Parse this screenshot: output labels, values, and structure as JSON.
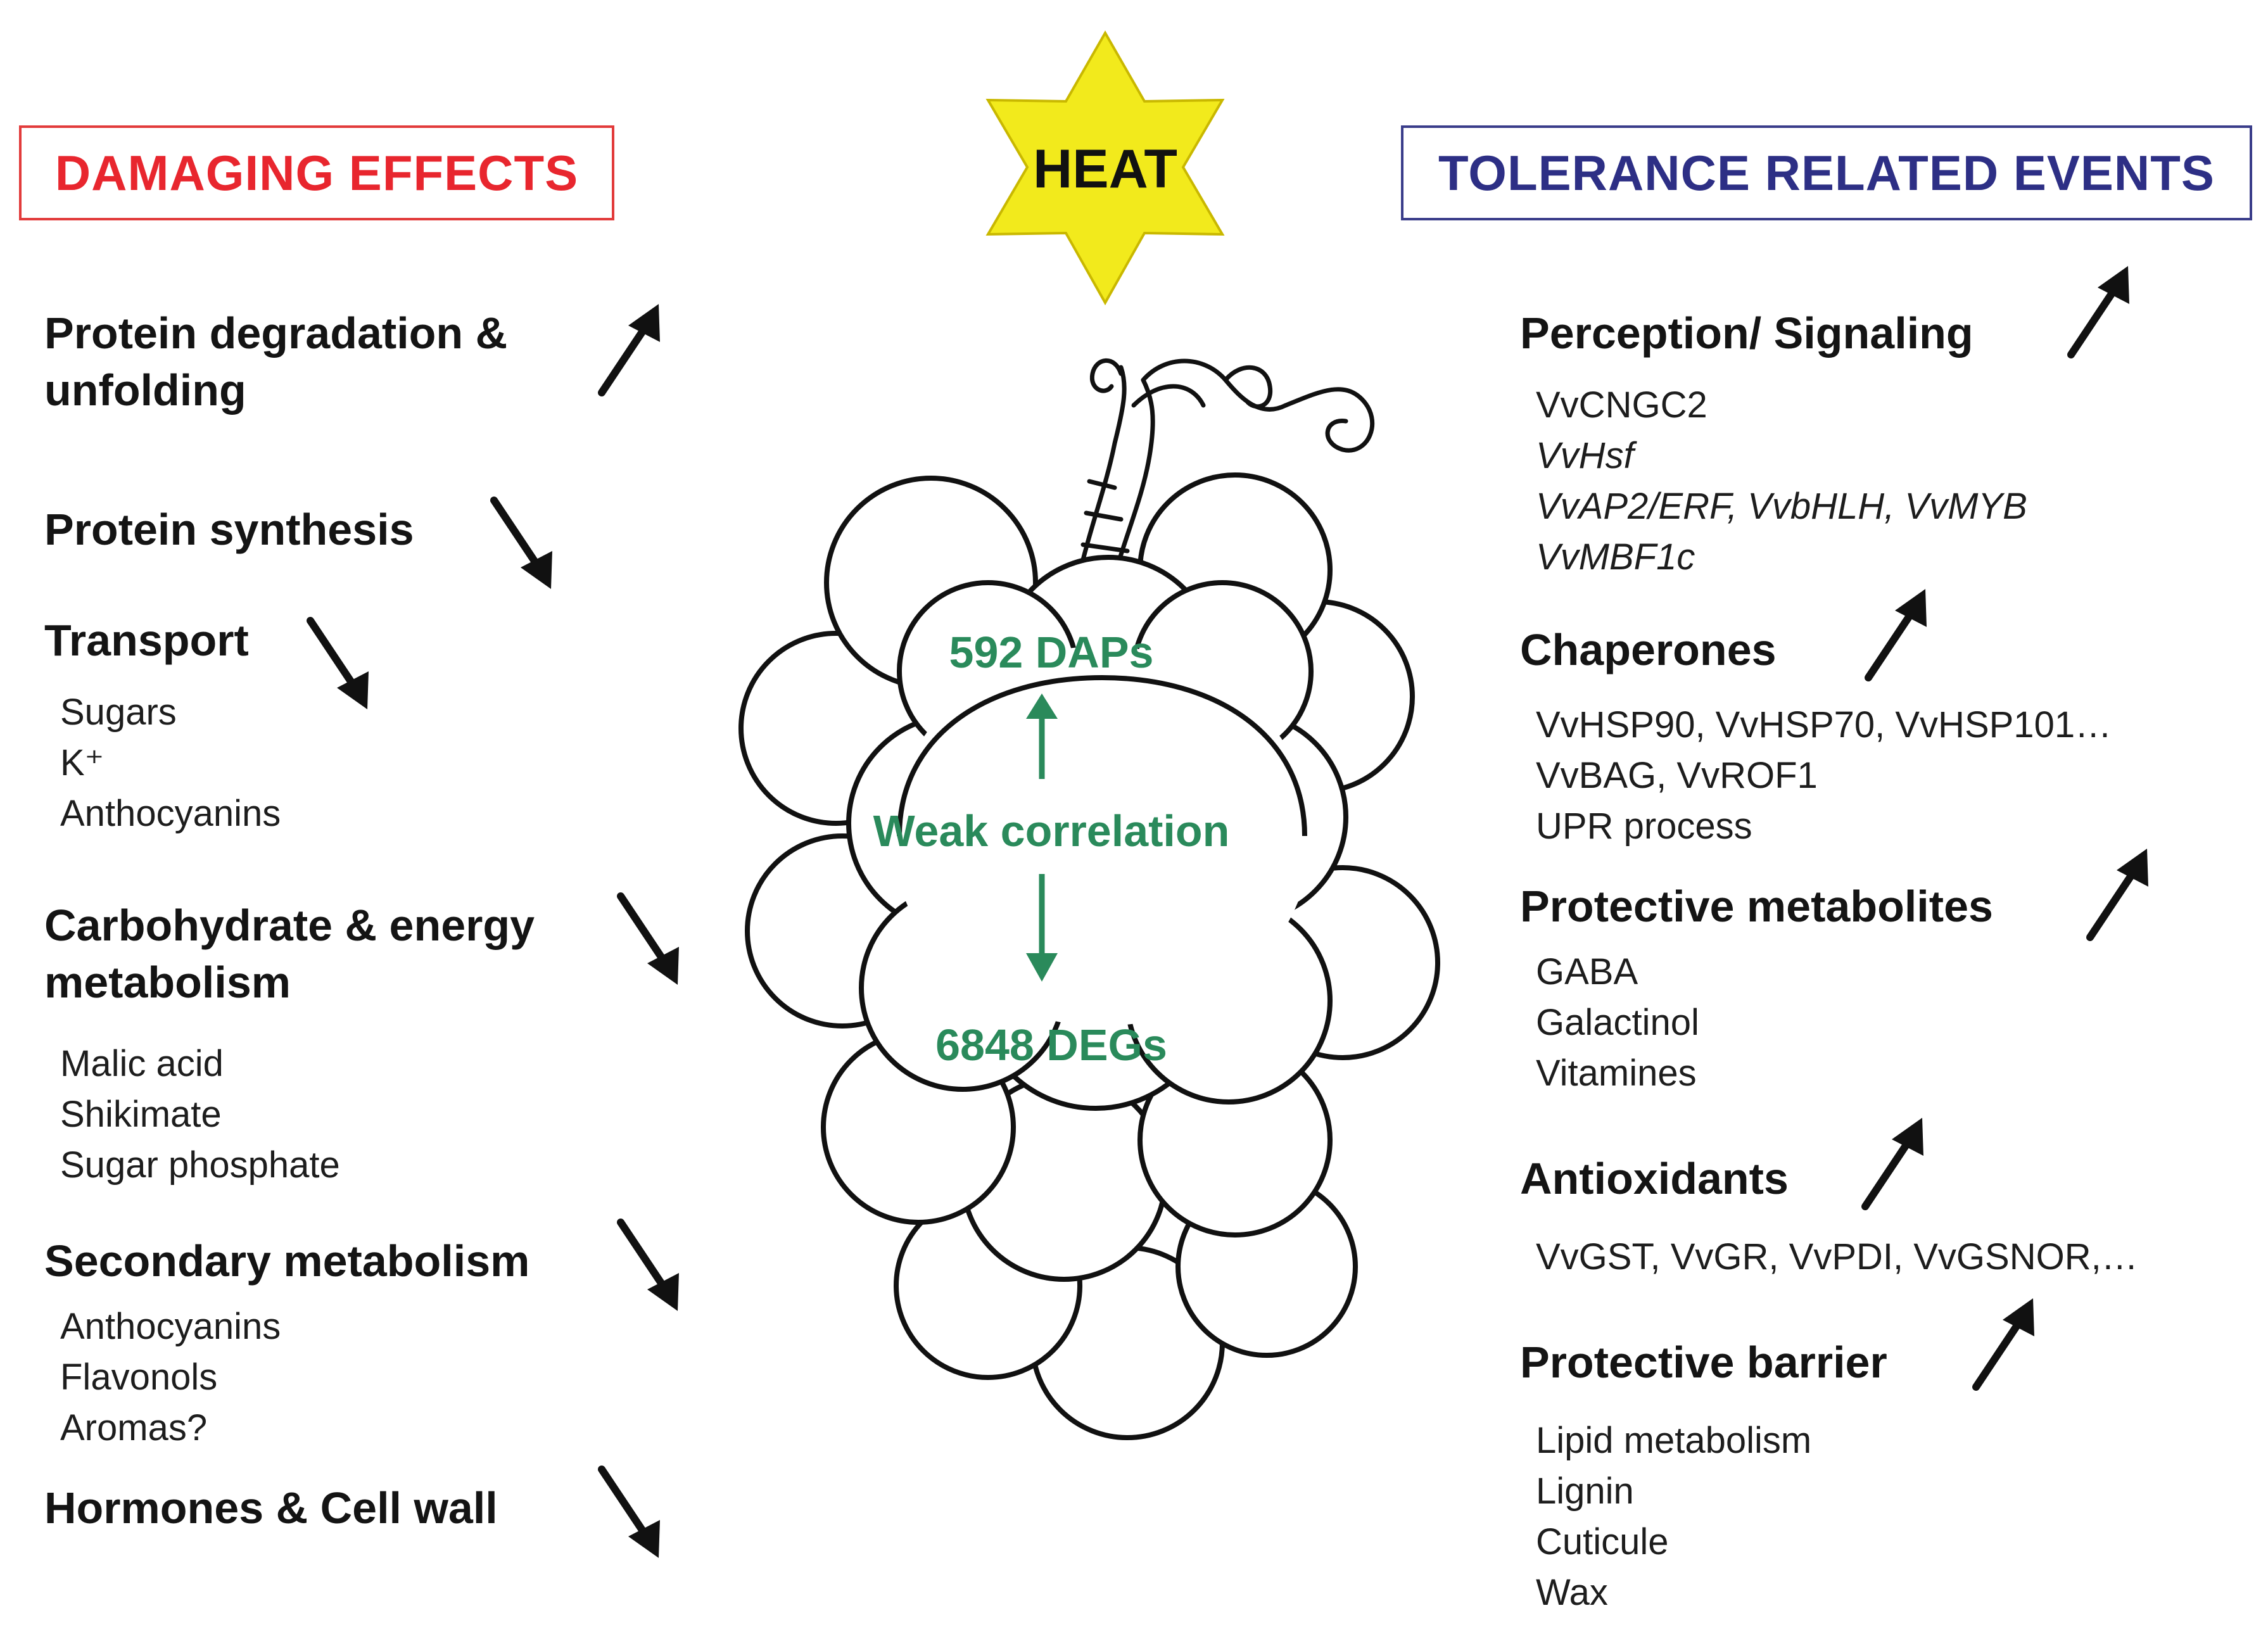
{
  "center": {
    "star_label": "HEAT",
    "daps": "592 DAPs",
    "correlation": "Weak correlation",
    "degs": "6848 DEGs"
  },
  "damaging": {
    "title": "DAMAGING EFFECTS",
    "groups": [
      {
        "heading_line1": "Protein degradation &",
        "heading_line2": "unfolding",
        "trend": "up",
        "items": []
      },
      {
        "heading_line1": "Protein synthesis",
        "trend": "down",
        "items": []
      },
      {
        "heading_line1": "Transport",
        "trend": "down",
        "items": [
          "Sugars",
          "K⁺",
          "Anthocyanins"
        ]
      },
      {
        "heading_line1": "Carbohydrate & energy",
        "heading_line2": "metabolism",
        "trend": "down",
        "items": [
          "Malic acid",
          "Shikimate",
          "Sugar phosphate"
        ]
      },
      {
        "heading_line1": "Secondary metabolism",
        "trend": "down",
        "items": [
          "Anthocyanins",
          "Flavonols",
          "Aromas?"
        ]
      },
      {
        "heading_line1": "Hormones & Cell wall",
        "trend": "down",
        "items": []
      }
    ]
  },
  "tolerance": {
    "title": "TOLERANCE RELATED EVENTS",
    "groups": [
      {
        "heading_line1": "Perception/ Signaling",
        "trend": "up",
        "items": [
          "VvCNGC2",
          "VvHsf",
          "VvAP2/ERF, VvbHLH, VvMYB",
          "VvMBF1c"
        ]
      },
      {
        "heading_line1": "Chaperones",
        "trend": "up",
        "items": [
          "VvHSP90, VvHSP70, VvHSP101…",
          "VvBAG, VvROF1",
          "UPR process"
        ]
      },
      {
        "heading_line1": "Protective metabolites",
        "trend": "up",
        "items": [
          "GABA",
          "Galactinol",
          "Vitamines"
        ]
      },
      {
        "heading_line1": "Antioxidants",
        "trend": "up",
        "items": [
          "VvGST, VvGR, VvPDI, VvGSNOR,…"
        ]
      },
      {
        "heading_line1": "Protective barrier",
        "trend": "up",
        "items": [
          "Lipid metabolism",
          "Lignin",
          "Cuticule",
          "Wax"
        ]
      }
    ]
  },
  "colors": {
    "damage_red": "#e8262e",
    "tolerance_blue": "#2d2f85",
    "star_yellow": "#f2ea1c",
    "center_green": "#2a8a5b"
  }
}
